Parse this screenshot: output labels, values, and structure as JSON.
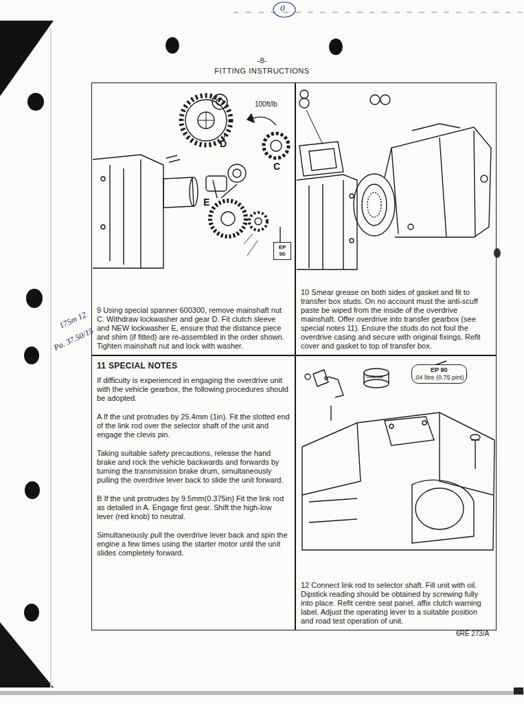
{
  "diagram": {
    "title": "FITTING INSTRUCTIONS",
    "nodes": [
      {
        "text": [
          "9 Using special spanner 600300, remove mainshaft nut C. Withdraw lockwasher and gear D. Fit clutch sleeve and NEW lockwasher E, ensure that the distance piece and shim (if fitted) are re-assembled in the order shown. Tighten mainshaft nut and lock with washer."
        ]
      },
      {
        "text": [
          "EP 90"
        ],
        "in": 0
      },
      {
        "text": [
          "10 Smear grease on both sides of gasket and fit to transfer box studs. On no account must the anti-scuff paste be wiped from the inside of the overdrive mainshaft. Offer overdrive into transfer gearbox (see special notes 11). Ensure the studs do not foul the overdrive casing and secure with original fixings. Refit cover and gasket to top of transfer box."
        ]
      },
      {
        "text": [
          "11 SPECIAL NOTES",
          "If difficulty is experienced in engaging the overdrive unit with the vehicle gearbox, the following procedures should be adopted.",
          "A If the unit protrudes by 25.4mm (1in). Fit the slotted end of the link rod over the selector shaft of the unit and engage the clevis pin.",
          "Taking suitable safety precautions, release the hand brake and rock the vehicle backwards and forwards by turning the transmission brake drum, simultaneously pulling the overdrive lever back to slide the unit forward.",
          "B If the unit protrudes by 9.5mm(0.375in) Fit the link rod as detailed in A. Engage first gear. Shift the high-low lever (red knob) to neutral.",
          "Simultaneously pull the overdrive lever back and spin the engine a few times using the starter motor until the unit slides completely forward."
        ]
      },
      {
        "text": [
          "12 Connect link rod to selector shaft. Fill unit with oil. Dipstick reading should be obtained by screwing fully into place. Refit centre seat panel, affix clutch warning label. Adjust the operating lever to a suitable position and road test operation of unit."
        ]
      },
      {
        "text": [
          "EP 90",
          ".04 litre (0.75 pint)"
        ],
        "in": 4
      }
    ],
    "labels": [
      "-8-",
      "100ft/lb",
      "D",
      "E",
      "C",
      "GREASE",
      "6RE 273/A",
      "175m 12",
      "Pa. 37.50/15",
      "0"
    ]
  }
}
